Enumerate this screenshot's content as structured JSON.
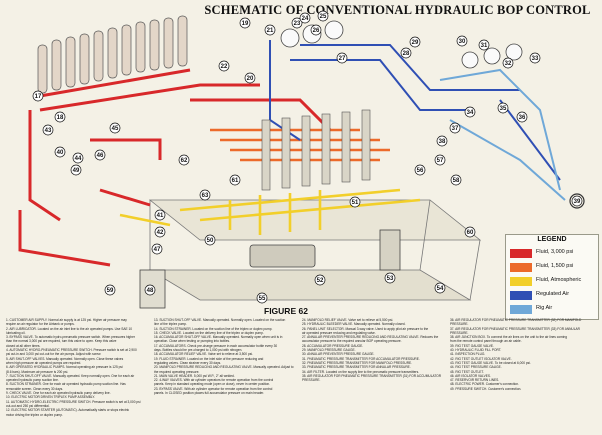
{
  "title": "SCHEMATIC OF CONVENTIONAL HYDRAULIC BOP CONTROL",
  "figure_label": "FIGURE 62",
  "legend": {
    "title": "LEGEND",
    "items": [
      {
        "label": "Fluid, 3,000 psi",
        "color": "#d8282a"
      },
      {
        "label": "Fluid, 1,500 psi",
        "color": "#ec6a2a"
      },
      {
        "label": "Fluid, Atmospheric",
        "color": "#f2cf2a"
      },
      {
        "label": "Regulated Air",
        "color": "#2f4fb4"
      },
      {
        "label": "Rig Air",
        "color": "#6fa8d8"
      }
    ]
  },
  "callouts": [
    "17",
    "18",
    "19",
    "20",
    "21",
    "22",
    "23",
    "24",
    "25",
    "26",
    "27",
    "28",
    "29",
    "30",
    "31",
    "32",
    "33",
    "34",
    "35",
    "36",
    "37",
    "38",
    "39",
    "40",
    "41",
    "42",
    "43",
    "44",
    "45",
    "46",
    "47",
    "48",
    "49",
    "50",
    "51",
    "52",
    "53",
    "54",
    "55",
    "56",
    "57",
    "58",
    "59",
    "60",
    "61",
    "62",
    "63"
  ],
  "notes": {
    "col1": [
      "1. CUSTOMER AIR SUPPLY. Normal air supply is at 125 psi. Higher air pressure may",
      "require an air regulator for the Airbank or pumps.",
      "2. AIR LUBRICATOR. Located on the air inlet line to the air operated pumps. Use SAE 10",
      "lubricating oil.",
      "3. BYPASS VALVE. To automatic hydro-pneumatic pressure switch. When pressures higher",
      "than the normal 3,000 psi are required, turn this valve to open. Keep this valve",
      "closed at all other times.",
      "4. AUTOMATIC HYDRO-PNEUMATIC PRESSURE SWITCH. Pressure switch is set at 2,900",
      "psi cut-in and 3,000 psi cut-out for the air pumps. Adjust with screw.",
      "5. AIR SHUT-OFF VALVES. Manually operated. Normally open. Close these valves",
      "when high pressure air operated pumps are required.",
      "6. AIR OPERATED HYDRAULIC PUMPS. Normal operating air pressure is 125 psi",
      "(8.6 bars). Maximum air pressure is 200 psi.",
      "7. SUCTION SHUT-OFF VALVE. Manually operated. Keep normally open. One for each air",
      "operated hydraulic pump suction line.",
      "8. SUCTION STRAINER. One for each air operated hydraulic pump suction line. Has",
      "removable screen. Clean every 30 days.",
      "9. CHECK VALVE. One for each air operated hydraulic pump delivery line.",
      "10. ELECTRIC MOTOR DRIVEN TRIPLEX PUMP ASSEMBLY.",
      "11. AUTOMATIC HYDRO-ELECTRIC PRESSURE SWITCH. Pressure switch is set at 3,000 psi",
      "cut-out and 250 psi differential.",
      "12. ELECTRIC MOTOR STARTER (AUTOMATIC). Automatically starts or stops electric",
      "motor driving the triplex or duplex pump."
    ],
    "col2": [
      "13. SUCTION SHUT-OFF VALVE. Manually operated. Normally open. Located on the suction",
      "line of the triplex pump.",
      "14. SUCTION STRAINER. Located on the suction line of the triplex or duplex pump.",
      "15. CHECK VALVE. Located on the delivery line of the triplex or duplex pump.",
      "16. ACCUMULATOR SHUT-OFF VALVE. Manually operated. Normally open when unit is in",
      "operation. Close when testing or pumping into bottles.",
      "17. ACCUMULATORS. Check pre-charge pressure in each accumulator bottle every 30",
      "days. Bottles should be pre-charged to 1,000 psi with nitrogen.",
      "18. ACCUMULATOR RELIEF VALVE. Valve set to relieve at 3,500 psi.",
      "19. FLUID STRAINER. Located on the inlet side of the pressure reducing and",
      "regulating valves. Clean strainer every 30 days.",
      "20. MANIFOLD PRESSURE REDUCING AND REGULATING VALVE. Manually operated. Adjust to",
      "the required operating pressure.",
      "21. MAIN VALVE HEADER. 5,000 psi W.P., 2\" all welded.",
      "22. 4-WAY VALVES. With air cylinder operators for remote operation from the control",
      "panels. Keep in standard operating mode (open or close), never in center position.",
      "23. BYPASS VALVE. With air cylinder operator for remote operation from the control",
      "panels. In CLOSED position places full accumulator pressure on main header."
    ],
    "col3": [
      "24. MANIFOLD RELIEF VALVE. Valve set to relieve at 5,500 psi.",
      "25. HYDRAULIC BLEEDER VALVE. Manually operated. Normally closed.",
      "26. PANEL UNIT SELECTOR. Manual 3-way valve. Used to apply pilot air pressure to the",
      "air operated pressure reducing and regulating valve.",
      "27. ANNULAR PREVENTER PRESSURE REDUCING AND REGULATING VALVE. Reduces the",
      "accumulator pressure to the required annular BOP operating pressure.",
      "28. ACCUMULATOR PRESSURE GAUGE.",
      "29. MANIFOLD PRESSURE GAUGE.",
      "30. ANNULAR PREVENTER PRESSURE GAUGE.",
      "31. PNEUMATIC PRESSURE TRANSMITTER FOR ACCUMULATOR PRESSURE.",
      "32. PNEUMATIC PRESSURE TRANSMITTER FOR MANIFOLD PRESSURE.",
      "33. PNEUMATIC PRESSURE TRANSMITTER FOR ANNULAR PRESSURE.",
      "34. AIR FILTER. Located on the supply line to the pneumatic pressure transmitters.",
      "35. AIR REGULATOR FOR PNEUMATIC PRESSURE TRANSMITTER (31) FOR ACCUMULATOR",
      "PRESSURE."
    ],
    "col4": [
      "36. AIR REGULATOR FOR PNEUMATIC PRESSURE TRANSMITTER (32) FOR MANIFOLD",
      "PRESSURE.",
      "37. AIR REGULATOR FOR PNEUMATIC PRESSURE TRANSMITTER (33) FOR ANNULAR",
      "PRESSURE.",
      "38. AIR JUNCTION BOX. To connect the air lines on the unit to the air lines coming",
      "from the remote control panel through an air cable.",
      "39. RIG TEST GAUGE VALVE.",
      "40. HYDRAULIC FLUID FILL PORT.",
      "41. INSPECTION PLUG.",
      "42. RIG TEST OUTLET ISOLATOR VALVE.",
      "43. RIG TEST GAUGE VALVE. To be closed at 6,000 psi.",
      "44. RIG TEST PRESSURE GAUGE.",
      "45. RIG TEST OUTLET.",
      "46. AIR ISOLATOR VALVES.",
      "47. RESERVOIR RETURN LINES.",
      "48. ELECTRIC POWER. Customer's connection.",
      "49. PRESSURE SWITCH. Customer's connection."
    ]
  }
}
